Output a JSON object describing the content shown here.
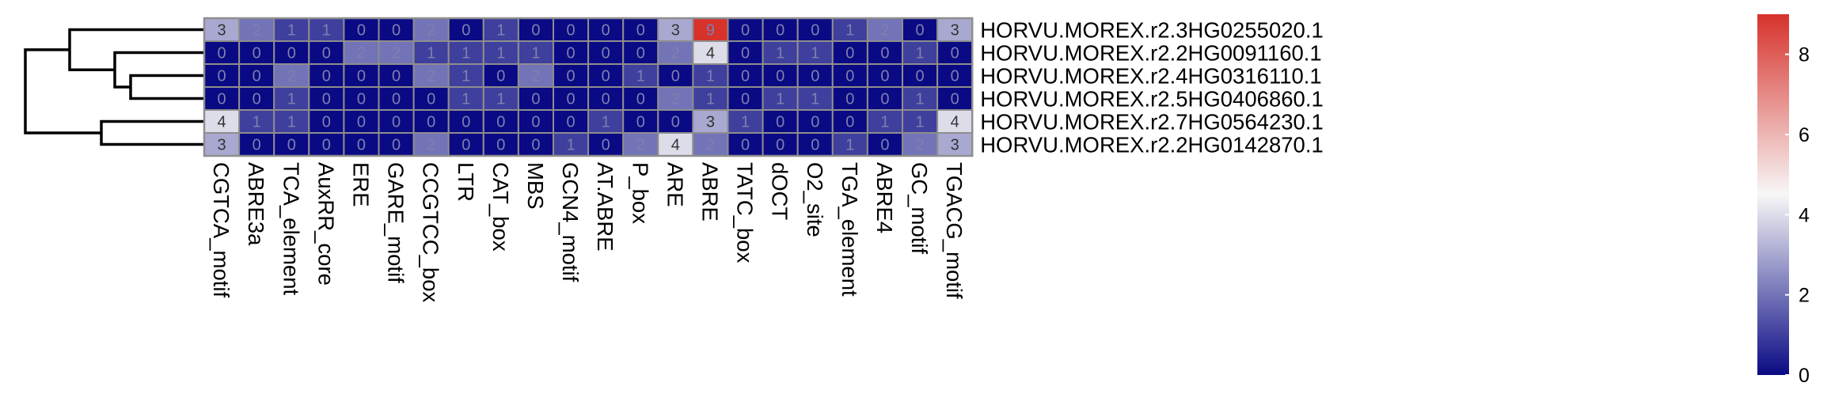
{
  "chart_data": {
    "type": "heatmap",
    "title": "",
    "xlabel": "",
    "ylabel": "",
    "columns": [
      "CGTCA_motif",
      "ABRE3a",
      "TCA_element",
      "AuxRR_core",
      "ERE",
      "GARE_motif",
      "CCGTCC_box",
      "LTR",
      "CAT_box",
      "MBS",
      "GCN4_motif",
      "AT.ABRE",
      "P_box",
      "ARE",
      "ABRE",
      "TATC_box",
      "dOCT",
      "O2_site",
      "TGA_element",
      "ABRE4",
      "GC_motif",
      "TGACG_motif"
    ],
    "rows": [
      "HORVU.MOREX.r2.3HG0255020.1",
      "HORVU.MOREX.r2.2HG0091160.1",
      "HORVU.MOREX.r2.4HG0316110.1",
      "HORVU.MOREX.r2.5HG0406860.1",
      "HORVU.MOREX.r2.7HG0564230.1",
      "HORVU.MOREX.r2.2HG0142870.1"
    ],
    "values": [
      [
        3,
        2,
        1,
        1,
        0,
        0,
        2,
        0,
        1,
        0,
        0,
        0,
        0,
        3,
        9,
        0,
        0,
        0,
        1,
        2,
        0,
        3
      ],
      [
        0,
        0,
        0,
        0,
        2,
        2,
        1,
        1,
        1,
        1,
        0,
        0,
        0,
        2,
        4,
        0,
        1,
        1,
        0,
        0,
        1,
        0
      ],
      [
        0,
        0,
        2,
        0,
        0,
        0,
        2,
        1,
        0,
        2,
        0,
        0,
        1,
        0,
        1,
        0,
        0,
        0,
        0,
        0,
        0,
        0
      ],
      [
        0,
        0,
        1,
        0,
        0,
        0,
        0,
        1,
        1,
        0,
        0,
        0,
        0,
        2,
        1,
        0,
        1,
        1,
        0,
        0,
        1,
        0
      ],
      [
        4,
        1,
        1,
        0,
        0,
        0,
        0,
        0,
        0,
        0,
        0,
        1,
        0,
        0,
        3,
        1,
        0,
        0,
        0,
        1,
        1,
        4
      ],
      [
        3,
        0,
        0,
        0,
        0,
        0,
        2,
        0,
        0,
        0,
        1,
        0,
        2,
        4,
        2,
        0,
        0,
        0,
        1,
        0,
        2,
        3
      ]
    ],
    "dendrogram": "rows",
    "colorscale": {
      "min": 0,
      "mid": 4.5,
      "max": 9,
      "low": "#0a0a84",
      "mid_color": "#f7f7f7",
      "high": "#d7322c",
      "ticks": [
        0,
        2,
        4,
        6,
        8
      ]
    },
    "legend_placement": "right"
  }
}
